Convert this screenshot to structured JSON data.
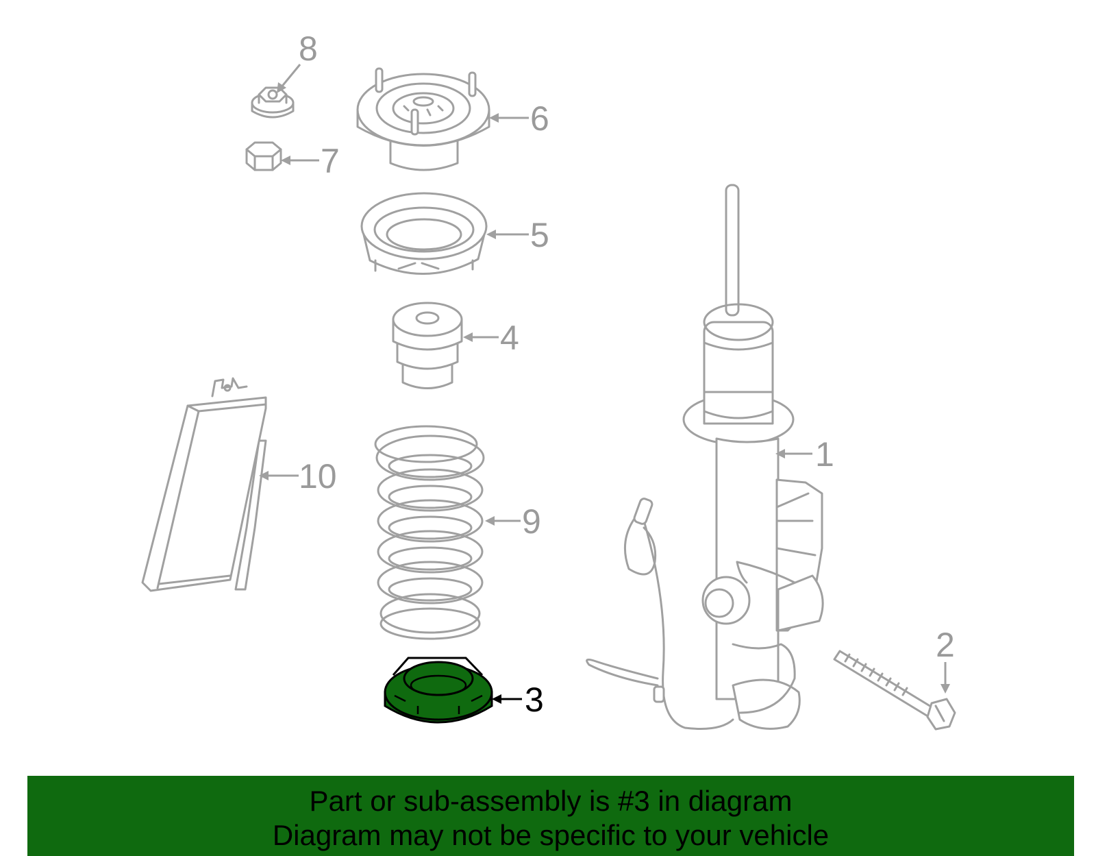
{
  "diagram": {
    "callouts": [
      "1",
      "2",
      "3",
      "4",
      "5",
      "6",
      "7",
      "8",
      "9",
      "10"
    ],
    "highlighted_part": "3",
    "highlight_color": "#0f6a0f",
    "line_color": "#a0a0a0"
  },
  "banner": {
    "line1": "Part or sub-assembly is #3 in diagram",
    "line2": "Diagram may not be specific to your vehicle",
    "background": "#0f6a0f"
  }
}
